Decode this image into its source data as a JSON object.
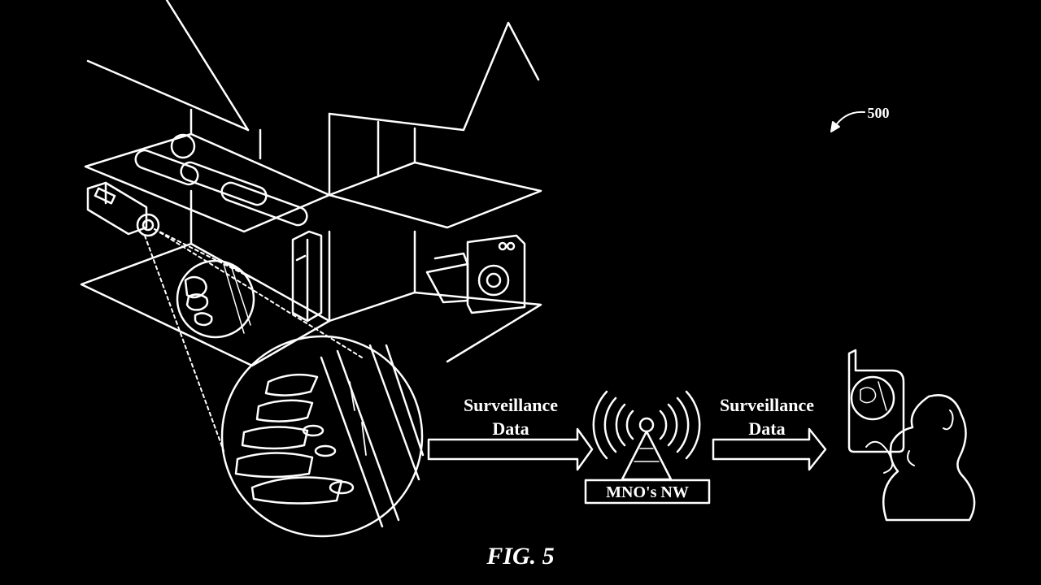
{
  "figure": {
    "reference_numeral": "500",
    "caption": "FIG. 5"
  },
  "flow": {
    "arrow1_label_line1": "Surveillance",
    "arrow1_label_line2": "Data",
    "arrow2_label_line1": "Surveillance",
    "arrow2_label_line2": "Data",
    "network_label": "MNO's NW"
  },
  "colors": {
    "background": "#000000",
    "line": "#ffffff"
  }
}
